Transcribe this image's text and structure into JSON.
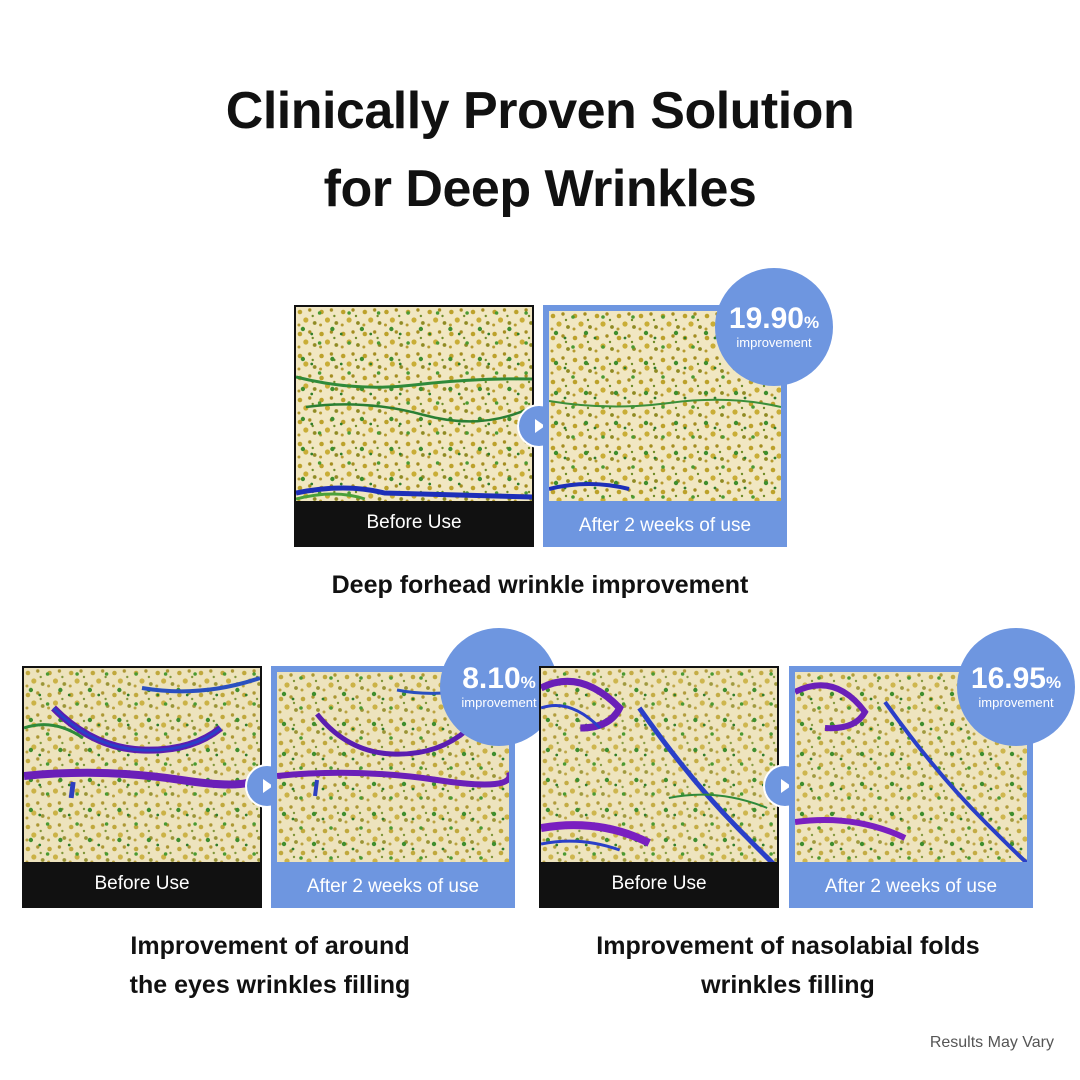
{
  "title": {
    "line1": "Clinically Proven Solution",
    "line2": "for Deep Wrinkles"
  },
  "colors": {
    "accent": "#6e96e0",
    "before_caption_bg": "#111111",
    "text": "#111111"
  },
  "comparisons": [
    {
      "before_label": "Before Use",
      "after_label": "After 2 weeks of use",
      "improvement_value": "19.90",
      "improvement_unit": "%",
      "improvement_label": "improvement",
      "caption_line1": "Deep forhead wrinkle improvement",
      "caption_line2": ""
    },
    {
      "before_label": "Before Use",
      "after_label": "After 2 weeks of use",
      "improvement_value": "8.10",
      "improvement_unit": "%",
      "improvement_label": "improvement",
      "caption_line1": "Improvement of around",
      "caption_line2": "the eyes wrinkles filling"
    },
    {
      "before_label": "Before Use",
      "after_label": "After 2 weeks of use",
      "improvement_value": "16.95",
      "improvement_unit": "%",
      "improvement_label": "improvement",
      "caption_line1": "Improvement of nasolabial folds",
      "caption_line2": "wrinkles filling"
    }
  ],
  "footnote": "Results May Vary"
}
